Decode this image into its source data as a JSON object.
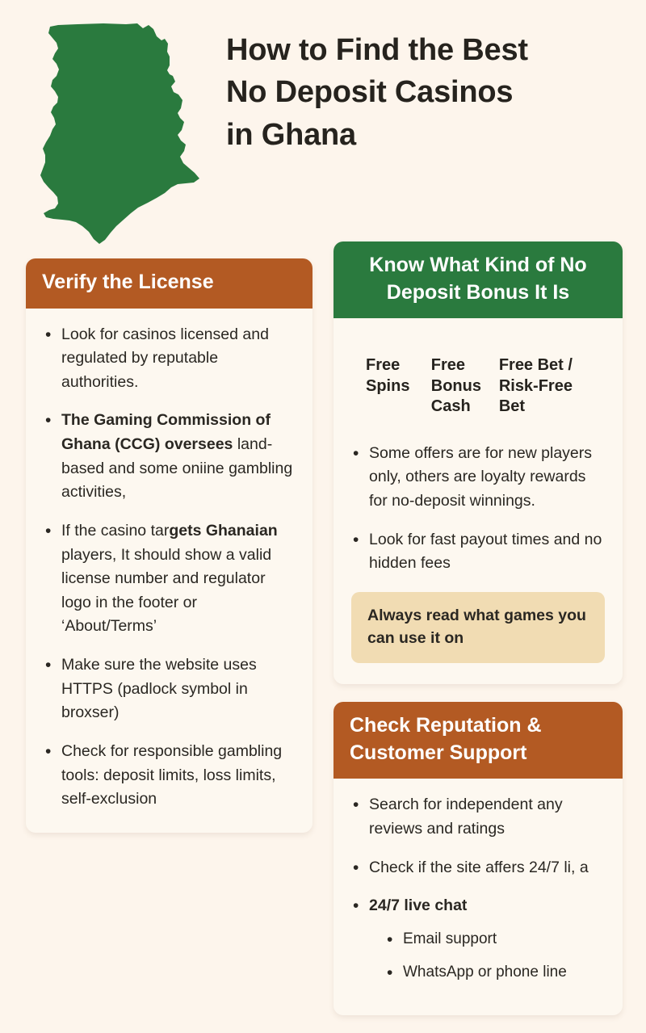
{
  "page": {
    "background_color": "#fdf5ec",
    "title": "How to Find the Best No Deposit Casinos in Ghana"
  },
  "header": {
    "title_line1": "How to Find the Best",
    "title_line2": "No Deposit Casinos",
    "title_line3": "in Ghana",
    "map_label": "ghana-map",
    "map_color": "#2a7a3e"
  },
  "colors": {
    "orange": "#b35a23",
    "green": "#2a7a3e",
    "card_bg": "#fdf8f0",
    "callout_bg": "#f1dcb3",
    "text": "#2a2722"
  },
  "cards": [
    {
      "id": "verify-license",
      "header": "Verify the License",
      "header_color": "orange",
      "bullets": [
        {
          "parts": [
            {
              "text": "Look for casinos licensed and regulated by reputable authorities.",
              "bold": false
            }
          ]
        },
        {
          "parts": [
            {
              "text": "The Gaming Commission of Ghana (CCG) oversees ",
              "bold": true
            },
            {
              "text": "land-based and some oniine gambling activities,",
              "bold": false
            }
          ]
        },
        {
          "parts": [
            {
              "text": "If the casino tar",
              "bold": false
            },
            {
              "text": "gets Ghanaian",
              "bold": true
            },
            {
              "text": " players, It should show a valid license number and regulator logo in the footer or ‘About/Terms’",
              "bold": false
            }
          ]
        },
        {
          "parts": [
            {
              "text": "Make sure the website uses HTTPS (padlock symbol in broxser)",
              "bold": false
            }
          ]
        },
        {
          "parts": [
            {
              "text": "Check for responsible gambling tools: deposit limits, loss limits, self-exclusion",
              "bold": false
            }
          ]
        }
      ]
    },
    {
      "id": "bonus-kind",
      "header": "Know What Kind of No Deposit Bonus It Is",
      "header_color": "green",
      "bonus_types": [
        "Free\nSpins",
        "Free\nBonus\nCash",
        "Free Bet /\nRisk-Free Bet"
      ],
      "bullets": [
        {
          "parts": [
            {
              "text": "Some offers are for new players only, others are loyalty rewards for no-deposit winnings.",
              "bold": false
            }
          ]
        },
        {
          "parts": [
            {
              "text": "Look for fast payout times and no hidden fees",
              "bold": false
            }
          ]
        }
      ],
      "callout": "Always read what games you can use it on"
    },
    {
      "id": "reputation-support",
      "header": "Check Reputation & Customer Support",
      "header_color": "orange",
      "bullets": [
        {
          "parts": [
            {
              "text": "Search for independent  any reviews and ratings",
              "bold": false
            }
          ]
        },
        {
          "parts": [
            {
              "text": "Check if the site affers 24/7 li, a",
              "bold": false
            }
          ]
        },
        {
          "parts": [
            {
              "text": "24/7 live chat",
              "bold": true
            }
          ],
          "sub_bullets": [
            "Email support",
            "WhatsApp or phone line"
          ]
        }
      ]
    }
  ]
}
